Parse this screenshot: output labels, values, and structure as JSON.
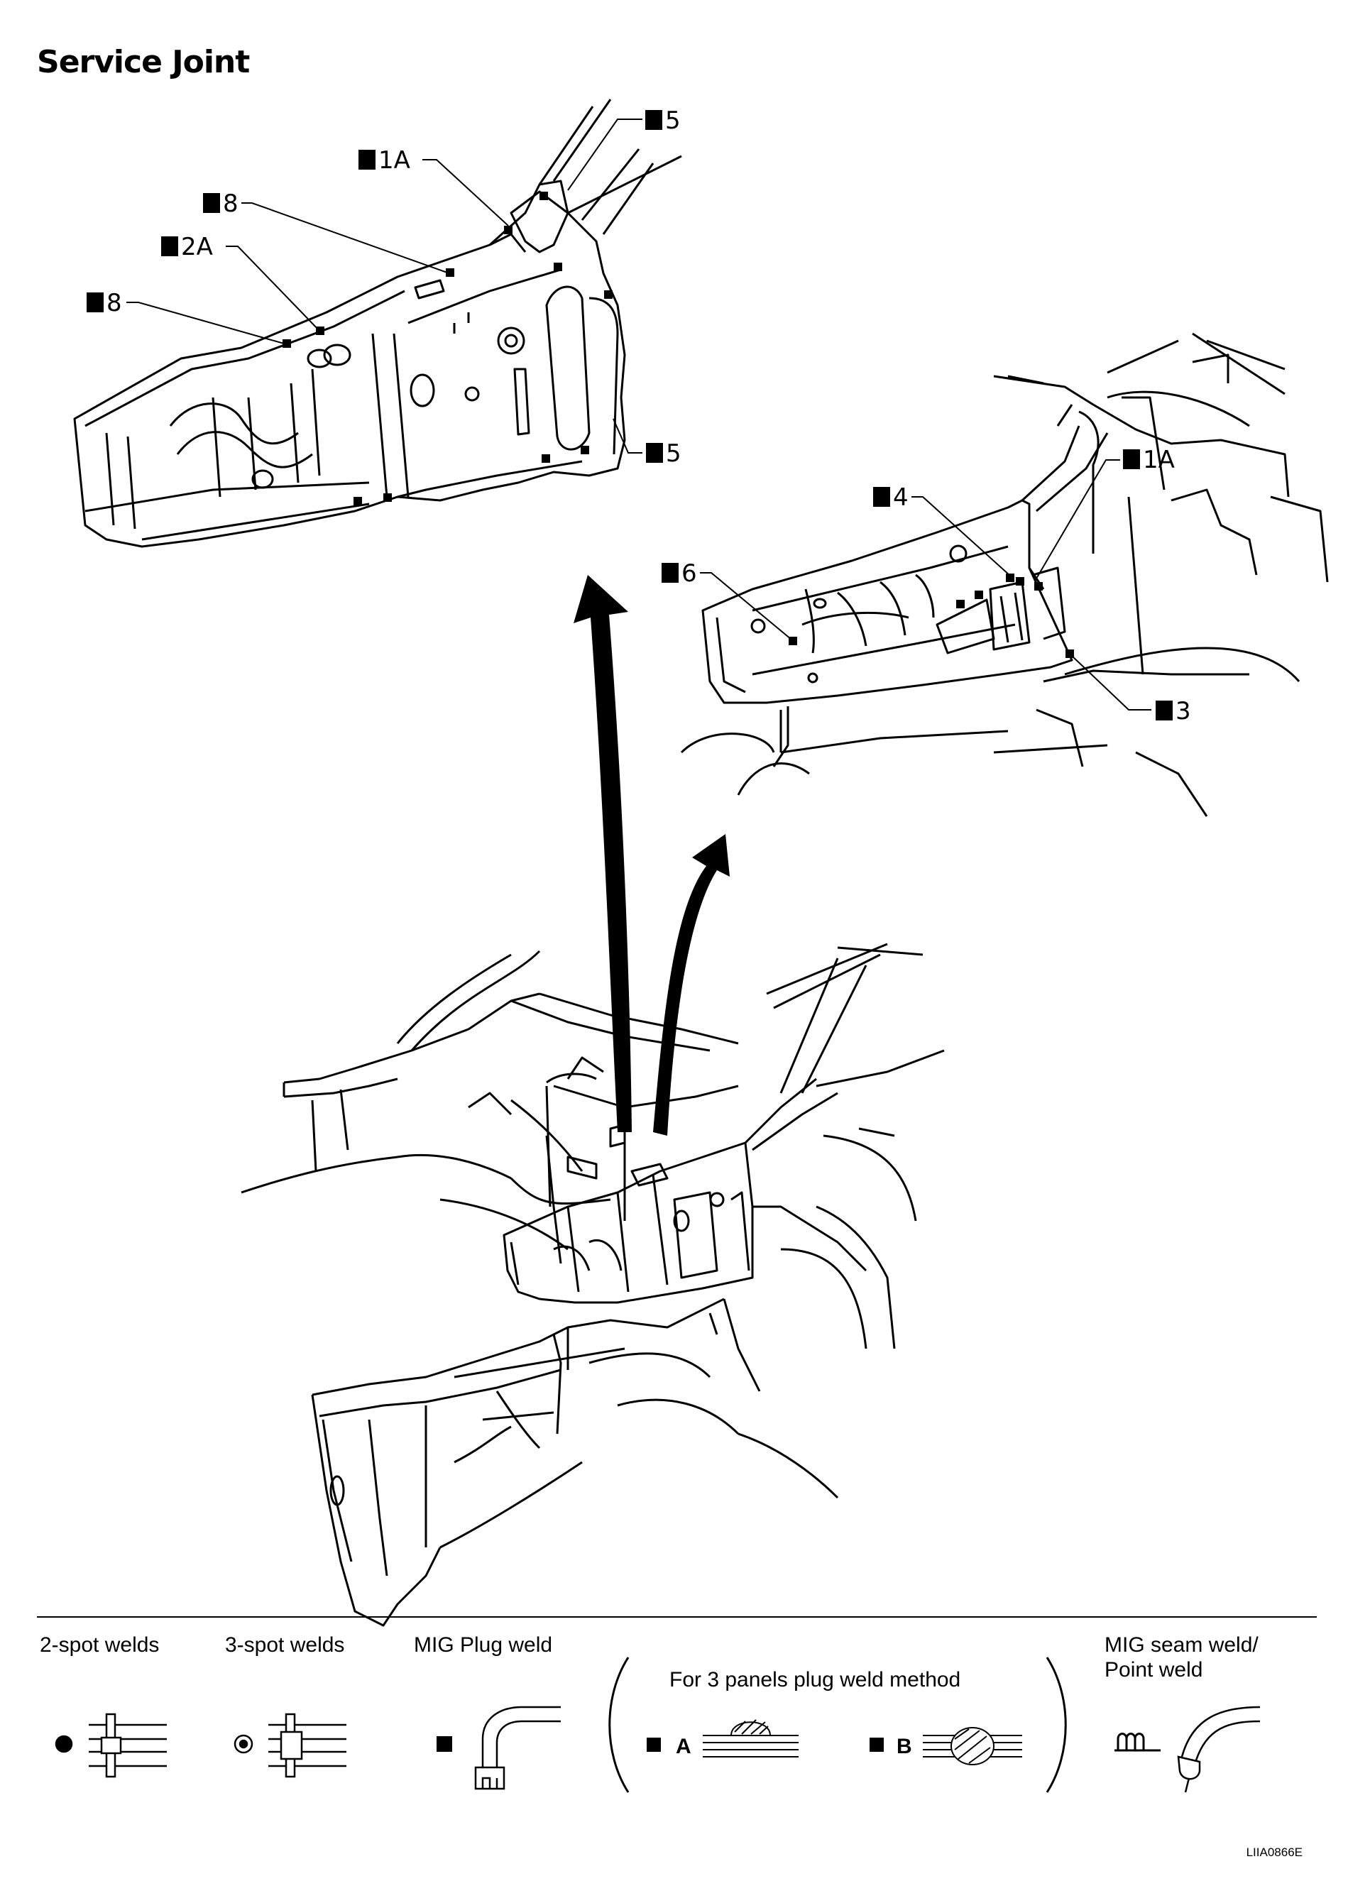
{
  "title": "Service Joint",
  "callouts": {
    "left": [
      {
        "text": "5"
      },
      {
        "text": "1A"
      },
      {
        "text": "8"
      },
      {
        "text": "2A"
      },
      {
        "text": "8"
      },
      {
        "text": "5"
      }
    ],
    "right": [
      {
        "text": "1A"
      },
      {
        "text": "4"
      },
      {
        "text": "6"
      },
      {
        "text": "3"
      }
    ]
  },
  "legend": {
    "two_spot": "2-spot welds",
    "three_spot": "3-spot welds",
    "mig_plug": "MIG Plug weld",
    "three_panels": "For 3 panels plug weld method",
    "method_a": "A",
    "method_b": "B",
    "seam_line1": "MIG seam weld/",
    "seam_line2": "Point weld"
  },
  "figure_code": "LIIA0866E",
  "icons": [
    "spot-weld-dot-icon",
    "spot-weld-ring-icon",
    "plug-weld-square-icon",
    "plug-nozzle-icon",
    "seam-weld-icon",
    "welding-torch-icon",
    "arrow-icon"
  ],
  "colors": {
    "ink": "#000000",
    "paper": "#ffffff"
  }
}
